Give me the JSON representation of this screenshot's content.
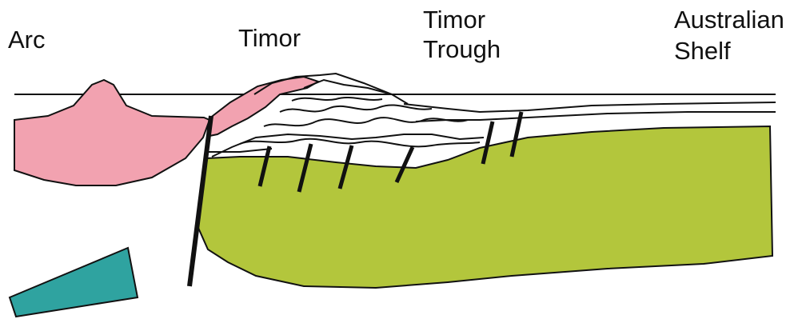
{
  "labels": {
    "arc": "Arc",
    "timor": "Timor",
    "timor_trough_line1": "Timor",
    "timor_trough_line2": "Trough",
    "australian_shelf_line1": "Australian",
    "australian_shelf_line2": "Shelf"
  },
  "colors": {
    "arc_crust": "#f2a2b0",
    "australian_plate": "#b3c63c",
    "oceanic_slab": "#2fa3a0",
    "line": "#111111",
    "background": "#ffffff"
  }
}
